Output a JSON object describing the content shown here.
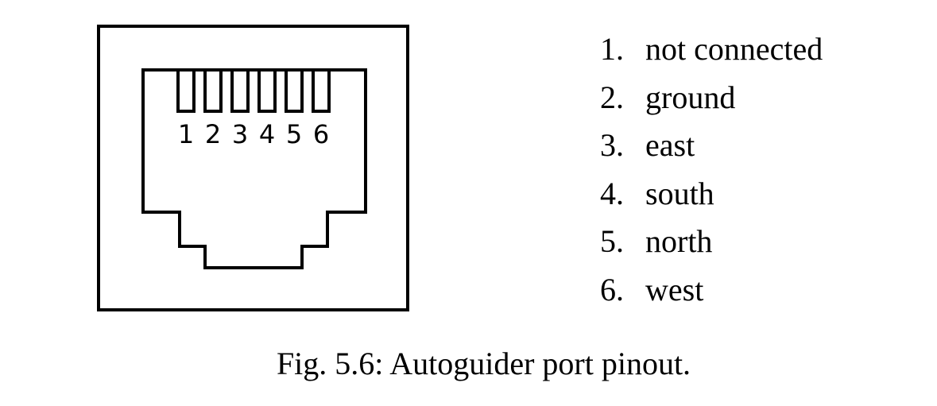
{
  "diagram": {
    "pin_labels": [
      "1",
      "2",
      "3",
      "4",
      "5",
      "6"
    ]
  },
  "pinout": [
    {
      "number": "1.",
      "label": "not connected"
    },
    {
      "number": "2.",
      "label": "ground"
    },
    {
      "number": "3.",
      "label": "east"
    },
    {
      "number": "4.",
      "label": "south"
    },
    {
      "number": "5.",
      "label": "north"
    },
    {
      "number": "6.",
      "label": "west"
    }
  ],
  "caption": "Fig. 5.6: Autoguider port pinout.",
  "colors": {
    "line": "#000000",
    "background": "#ffffff"
  }
}
